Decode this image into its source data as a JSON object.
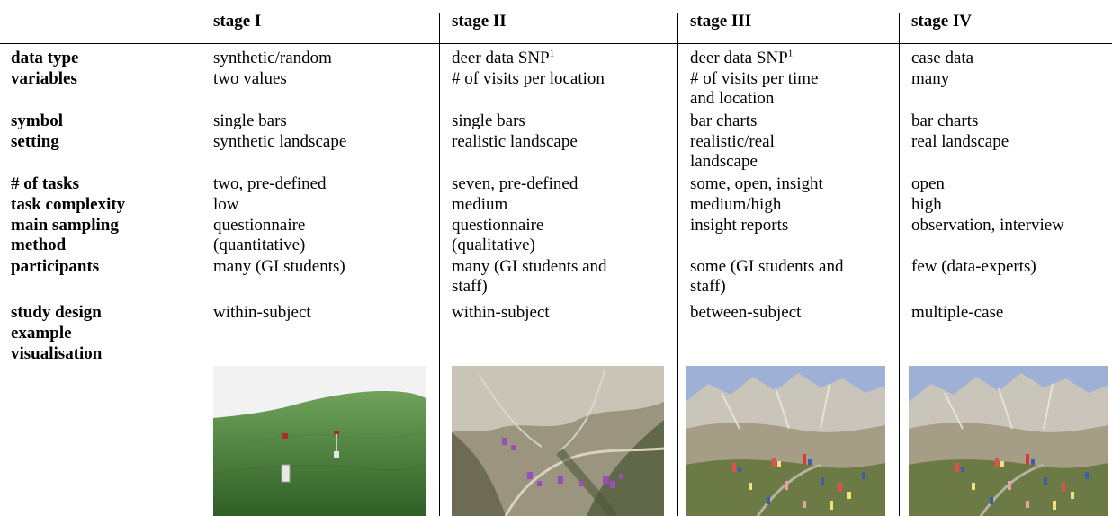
{
  "headers": [
    "stage I",
    "stage II",
    "stage III",
    "stage IV"
  ],
  "rows": [
    {
      "label": "data type",
      "cells": [
        "synthetic/random",
        "deer data SNP",
        "deer data SNP",
        "case data"
      ],
      "sup": [
        "",
        "1",
        "1",
        ""
      ]
    },
    {
      "label": "variables",
      "cells": [
        "two values",
        "# of visits per location",
        "# of visits per time",
        "many"
      ],
      "cont": [
        "",
        "",
        "and location",
        ""
      ]
    },
    {
      "label": "symbol",
      "cells": [
        "single bars",
        "single bars",
        "bar charts",
        "bar charts"
      ]
    },
    {
      "label": "setting",
      "cells": [
        "synthetic landscape",
        "realistic landscape",
        "realistic/real",
        "real landscape"
      ],
      "cont": [
        "",
        "",
        "landscape",
        ""
      ]
    },
    {
      "label": "# of tasks",
      "cells": [
        "two, pre-defined",
        "seven, pre-defined",
        "some, open, insight",
        "open"
      ]
    },
    {
      "label": "task complexity",
      "cells": [
        "low",
        "medium",
        "medium/high",
        "high"
      ]
    },
    {
      "label": "main sampling",
      "label2": "method",
      "cells": [
        "questionnaire",
        "questionnaire",
        "insight reports",
        "observation, interview"
      ],
      "cont": [
        "(quantitative)",
        "(qualitative)",
        "",
        ""
      ]
    },
    {
      "label": "participants",
      "cells": [
        "many (GI students)",
        "many (GI students and",
        "some (GI students and",
        "few (data-experts)"
      ],
      "cont": [
        "",
        "staff)",
        "staff)",
        ""
      ]
    },
    {
      "label": "study design",
      "cells": [
        "within-subject",
        "within-subject",
        "between-subject",
        "multiple-case"
      ]
    }
  ],
  "example_label": [
    "example",
    "visualisation"
  ],
  "images": [
    "synthetic green terrain with single bars",
    "aerial alpine terrain with purple bars",
    "alpine landscape with bar charts",
    "alpine landscape with bar charts"
  ]
}
